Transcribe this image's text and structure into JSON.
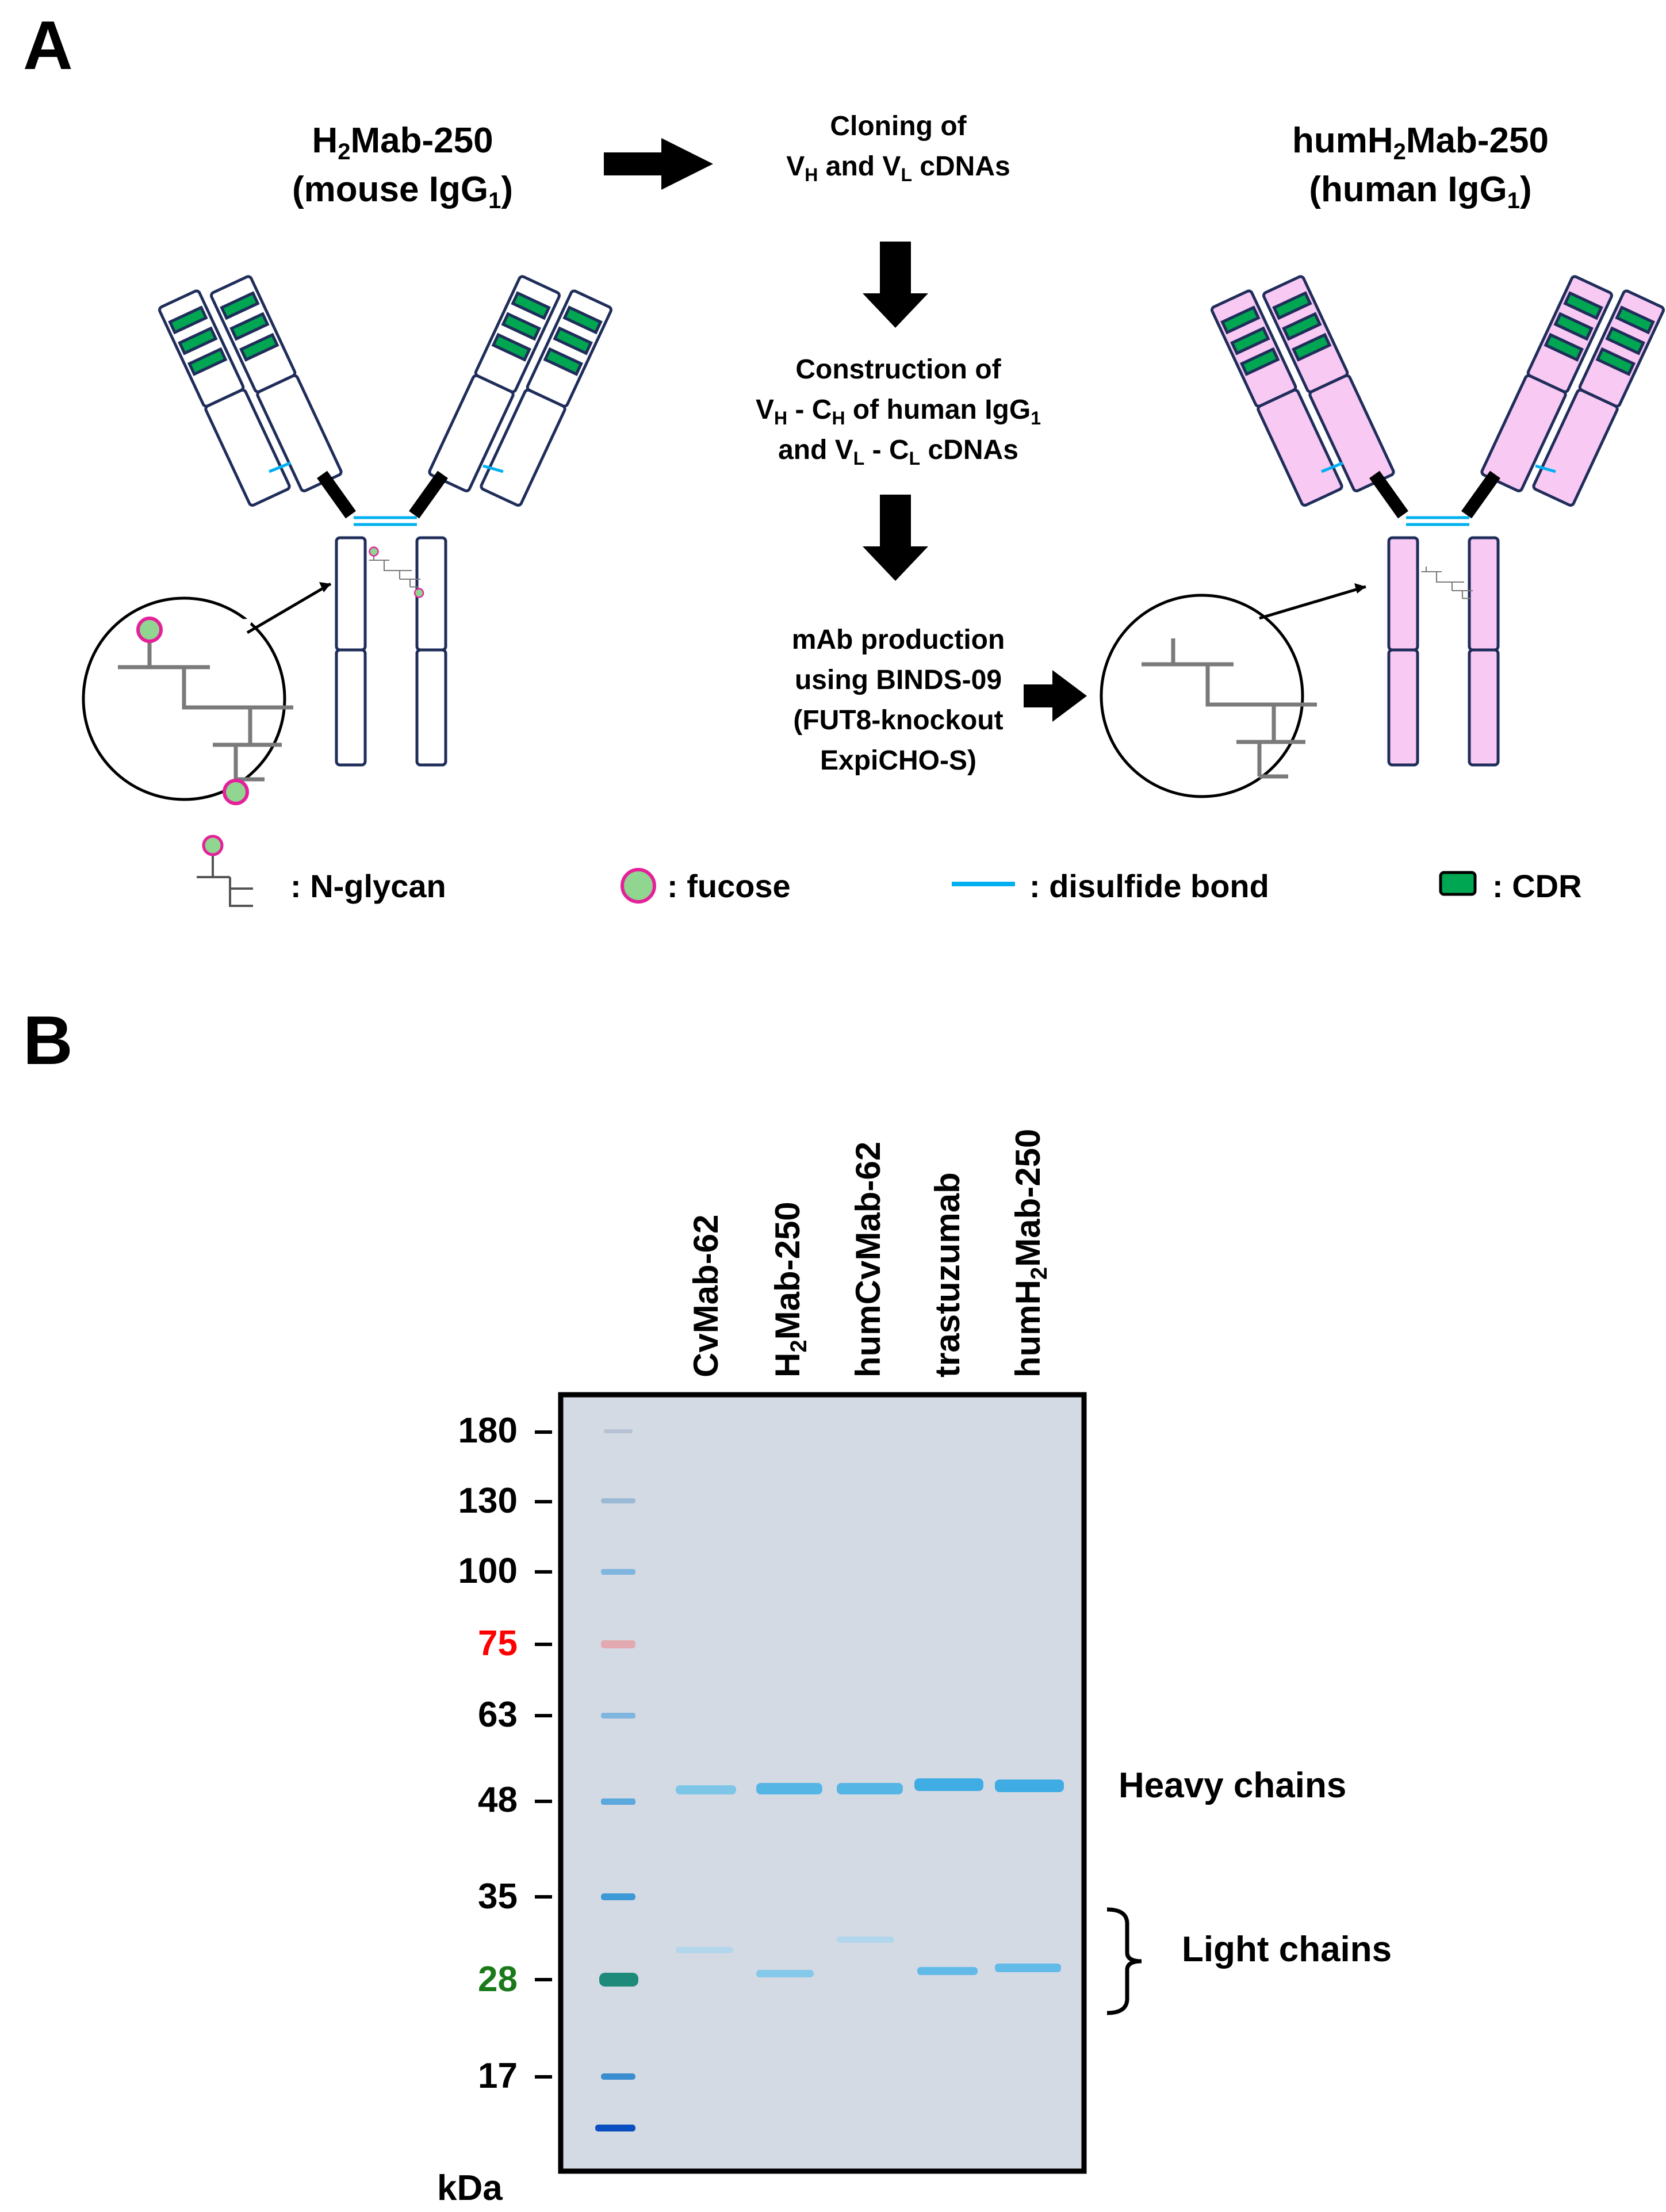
{
  "panel_a": {
    "label": "A",
    "mouse_name": "H2Mab-250",
    "mouse_name_main": "H",
    "mouse_name_sub": "2",
    "mouse_name_rest": "Mab-250",
    "mouse_isotype_pre": "(mouse IgG",
    "mouse_isotype_sub": "1",
    "mouse_isotype_post": ")",
    "human_name_pre": "humH",
    "human_name_sub": "2",
    "human_name_rest": "Mab-250",
    "human_isotype_pre": "(human IgG",
    "human_isotype_sub": "1",
    "human_isotype_post": ")",
    "step1_line1": "Cloning of",
    "step1_line2_v1": "V",
    "step1_line2_s1": "H",
    "step1_line2_mid": " and V",
    "step1_line2_s2": "L",
    "step1_line2_end": " cDNAs",
    "step2_line1": "Construction of",
    "step2_line2_v1": "V",
    "step2_line2_s1": "H",
    "step2_line2_mid": " - C",
    "step2_line2_s2": "H",
    "step2_line2_end": " of human IgG",
    "step2_line2_s3": "1",
    "step2_line3_pre": "and V",
    "step2_line3_s1": "L",
    "step2_line3_mid": " - C",
    "step2_line3_s2": "L",
    "step2_line3_end": " cDNAs",
    "step3_line1": "mAb production",
    "step3_line2": "using BINDS-09",
    "step3_line3": "(FUT8-knockout",
    "step3_line4": "ExpiCHO-S)",
    "legend": {
      "nglycan": ": N-glycan",
      "fucose": ": fucose",
      "disulfide": ": disulfide bond",
      "cdr": ": CDR"
    },
    "colors": {
      "fucose_fill": "#90d590",
      "fucose_ring": "#e4219a",
      "disulfide": "#00b0f0",
      "cdr": "#00a651",
      "human_fill": "#f8c9f3",
      "outline": "#1f2d5a"
    }
  },
  "panel_b": {
    "label": "B",
    "lanes": [
      {
        "pre": "CvMab-62",
        "sub": "",
        "post": ""
      },
      {
        "pre": "H",
        "sub": "2",
        "post": "Mab-250"
      },
      {
        "pre": "humCvMab-62",
        "sub": "",
        "post": ""
      },
      {
        "pre": "trastuzumab",
        "sub": "",
        "post": ""
      },
      {
        "pre": "humH",
        "sub": "2",
        "post": "Mab-250"
      }
    ],
    "markers": [
      {
        "value": "180",
        "color": "#000000"
      },
      {
        "value": "130",
        "color": "#000000"
      },
      {
        "value": "100",
        "color": "#000000"
      },
      {
        "value": "75",
        "color": "#ff0000"
      },
      {
        "value": "63",
        "color": "#000000"
      },
      {
        "value": "48",
        "color": "#000000"
      },
      {
        "value": "35",
        "color": "#000000"
      },
      {
        "value": "28",
        "color": "#1a7a1a"
      },
      {
        "value": "17",
        "color": "#000000"
      }
    ],
    "unit": "kDa",
    "heavy_label": "Heavy chains",
    "light_label": "Light chains"
  }
}
